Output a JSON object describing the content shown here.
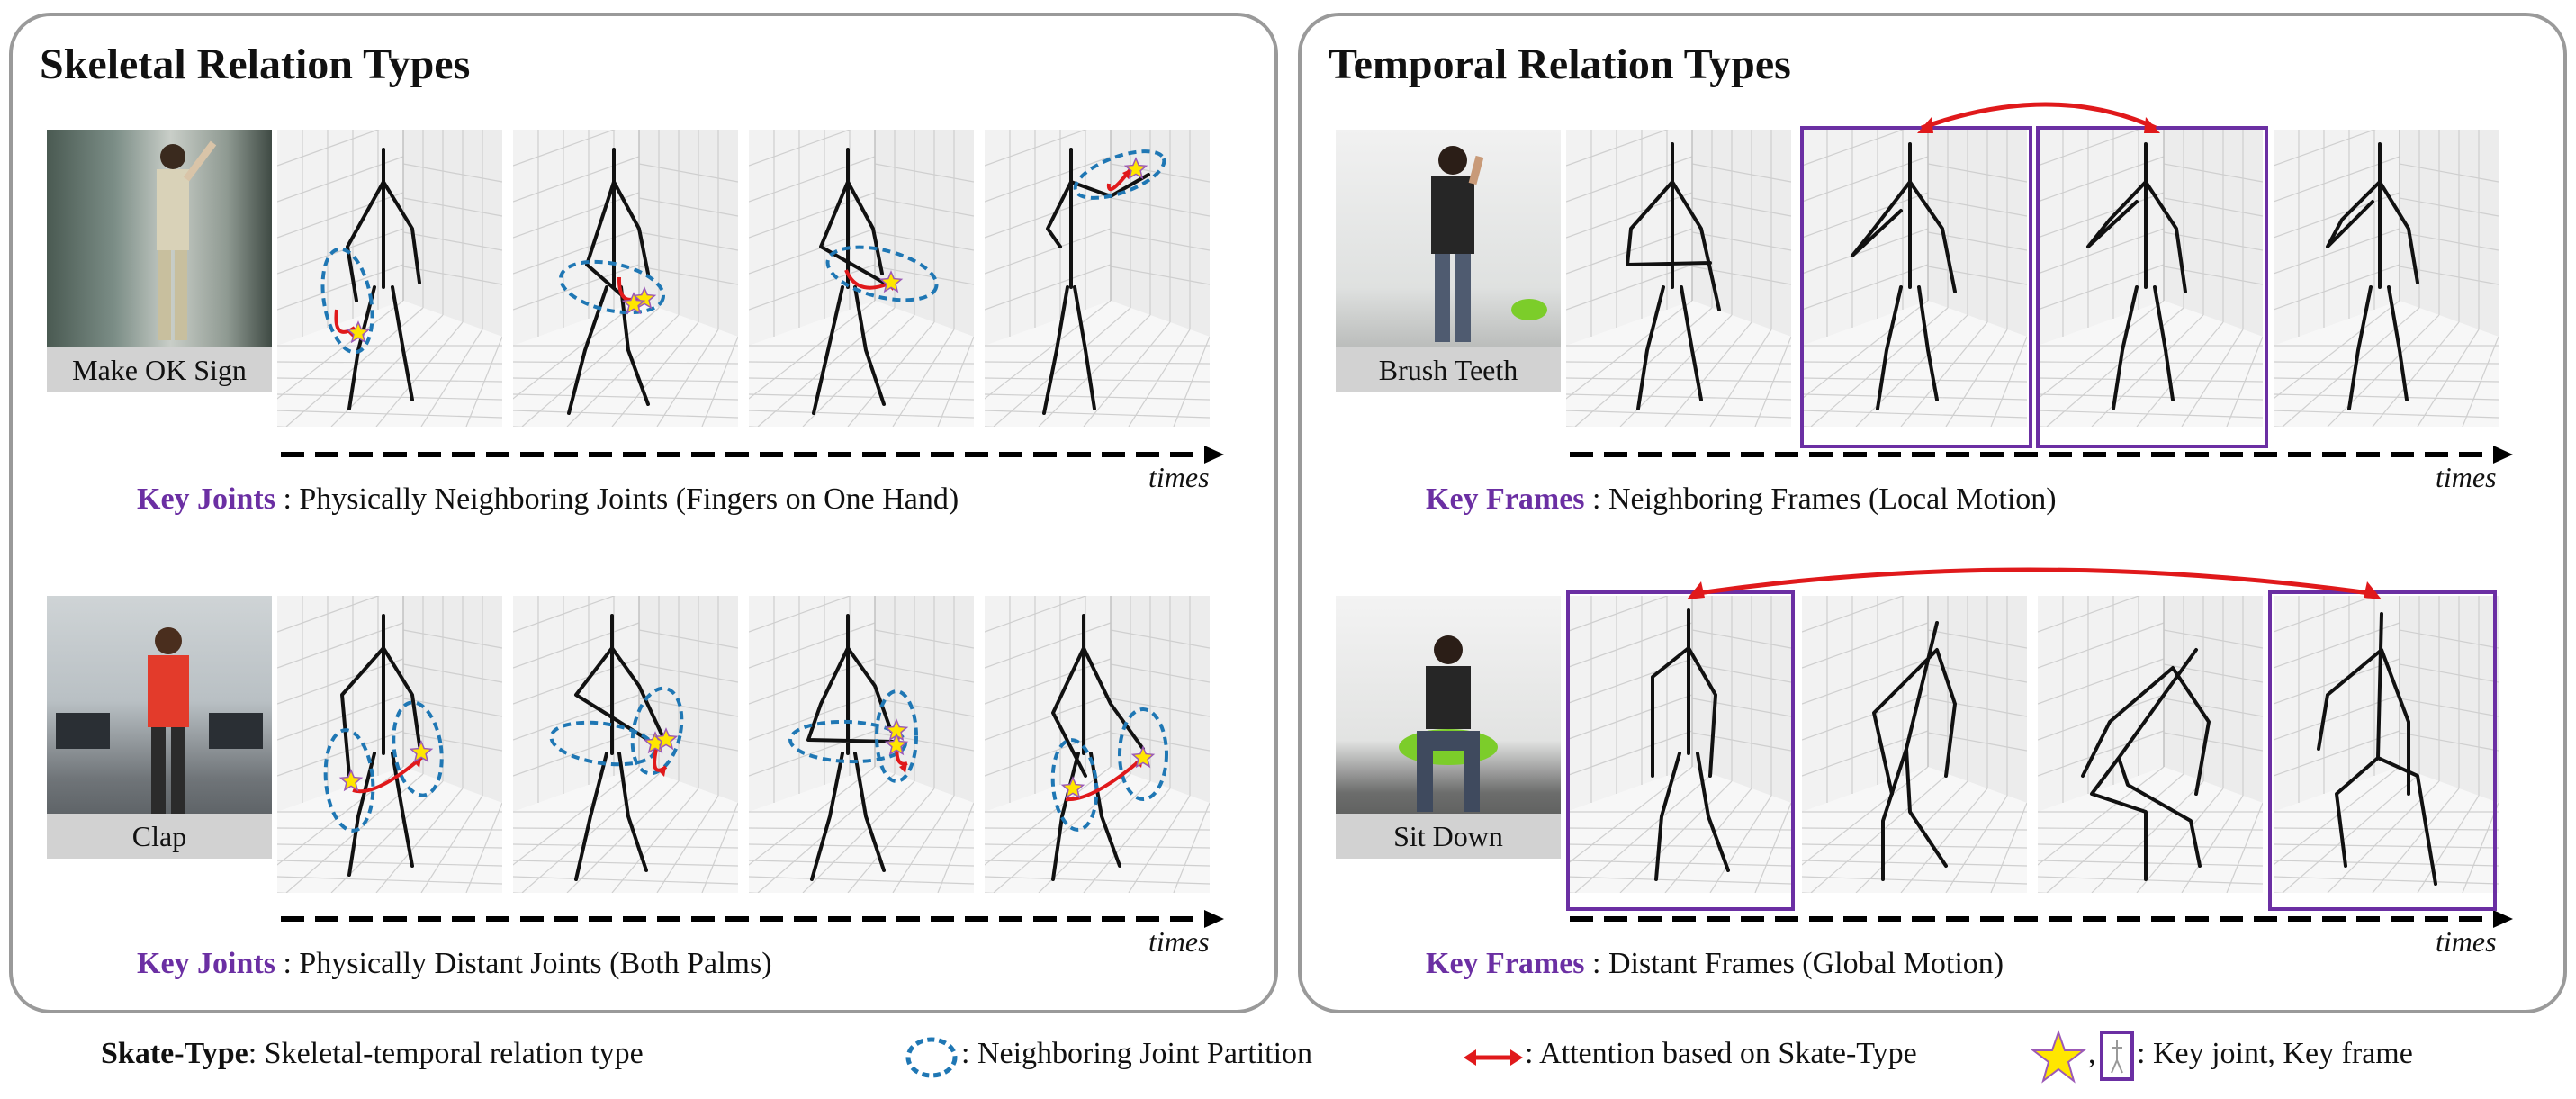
{
  "left_panel": {
    "title": "Skeletal Relation Types",
    "row1": {
      "photo_label": "Make OK Sign",
      "key_label": "Key Joints",
      "caption": " : Physically Neighboring Joints  (Fingers on One Hand)",
      "time_label": "times"
    },
    "row2": {
      "photo_label": "Clap",
      "key_label": "Key Joints",
      "caption": " : Physically Distant Joints (Both Palms)",
      "time_label": "times"
    }
  },
  "right_panel": {
    "title": "Temporal Relation Types",
    "row1": {
      "photo_label": "Brush Teeth",
      "key_label": "Key Frames",
      "caption": " : Neighboring Frames (Local Motion)",
      "time_label": "times"
    },
    "row2": {
      "photo_label": "Sit Down",
      "key_label": "Key Frames",
      "caption": " : Distant Frames (Global Motion)",
      "time_label": "times"
    }
  },
  "legend": {
    "skate_bold": "Skate-Type",
    "skate_text": ": Skeletal-temporal relation type",
    "partition_text": ": Neighboring Joint Partition",
    "attention_text": ": Attention based on Skate-Type",
    "comma": ",",
    "key_text": ": Key joint, Key frame"
  },
  "colors": {
    "key_purple": "#6b2fa3",
    "attention_red": "#e0191b",
    "partition_blue": "#1f77b4",
    "star_yellow": "#ffe600",
    "panel_border": "#9a9a9a"
  }
}
